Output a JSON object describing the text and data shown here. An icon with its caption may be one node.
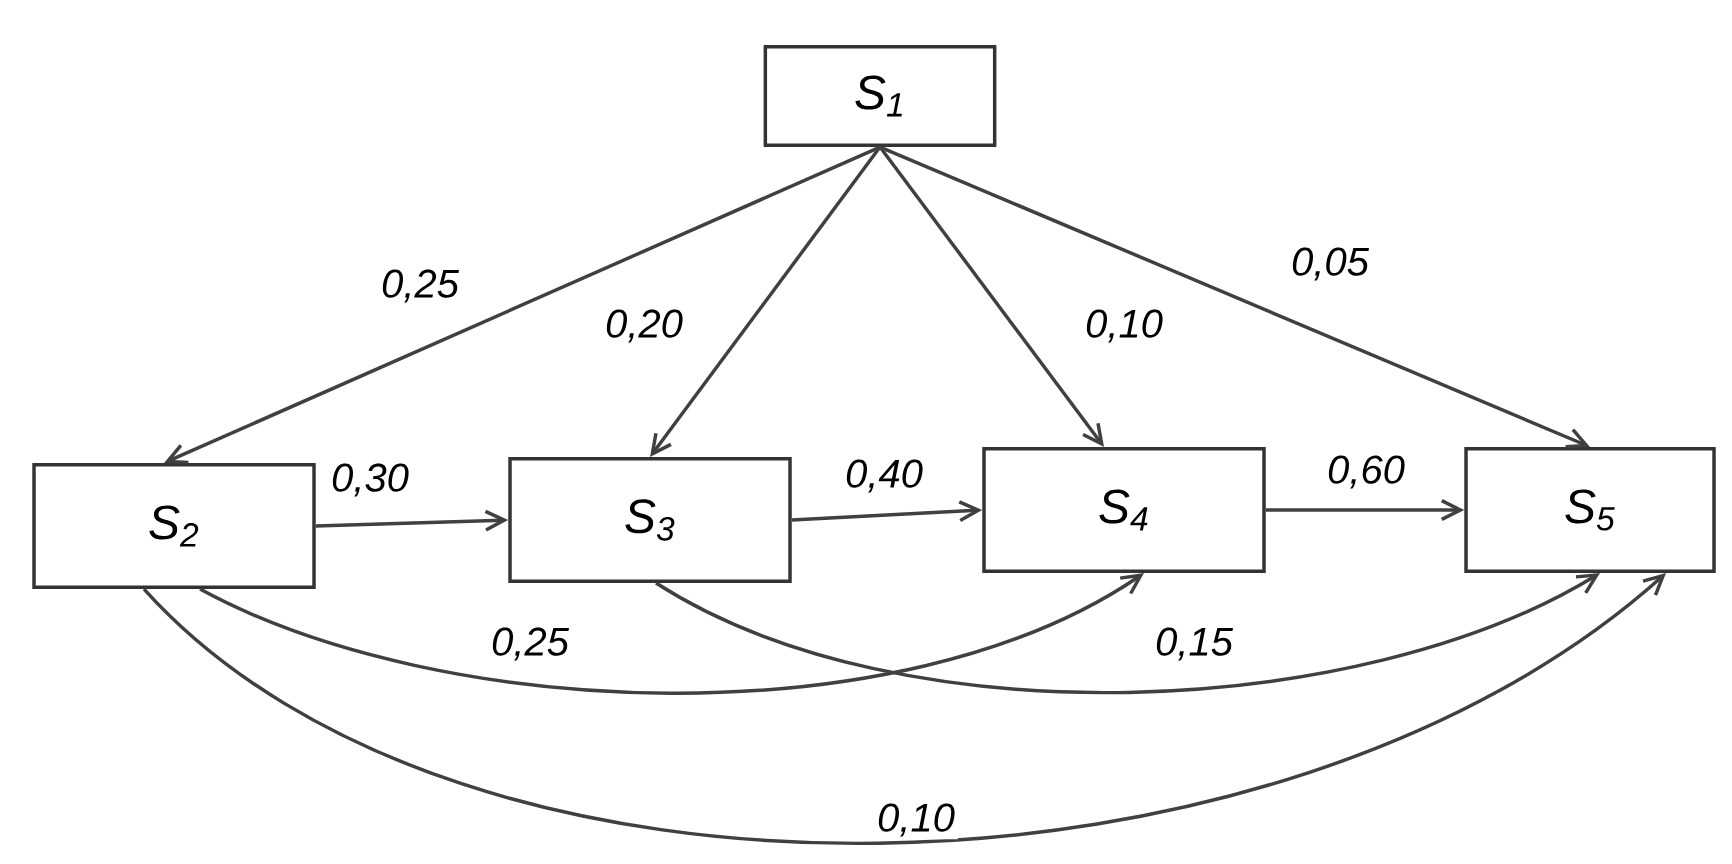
{
  "diagram": {
    "nodes": [
      {
        "text": [
          "S$_{1}$"
        ]
      },
      {
        "text": [
          "S$_{2}$"
        ]
      },
      {
        "text": [
          "S$_{3}$"
        ]
      },
      {
        "text": [
          "S$_{4}$"
        ]
      },
      {
        "text": [
          "S$_{5}$"
        ]
      }
    ],
    "edges": [
      {
        "from": 0,
        "to": 1,
        "arrow": "to",
        "label": "0,25"
      },
      {
        "from": 0,
        "to": 2,
        "arrow": "to",
        "label": "0,20"
      },
      {
        "from": 0,
        "to": 3,
        "arrow": "to",
        "label": "0,10"
      },
      {
        "from": 0,
        "to": 4,
        "arrow": "to",
        "label": "0,05"
      },
      {
        "from": 1,
        "to": 2,
        "arrow": "to",
        "label": "0,30"
      },
      {
        "from": 2,
        "to": 3,
        "arrow": "to",
        "label": "0,40"
      },
      {
        "from": 3,
        "to": 4,
        "arrow": "to",
        "label": "0,60"
      },
      {
        "from": 1,
        "to": 3,
        "arrow": "to",
        "label": "0,25"
      },
      {
        "from": 2,
        "to": 4,
        "arrow": "to",
        "label": "0,15"
      },
      {
        "from": 1,
        "to": 4,
        "arrow": "to",
        "label": "0,10"
      }
    ]
  }
}
